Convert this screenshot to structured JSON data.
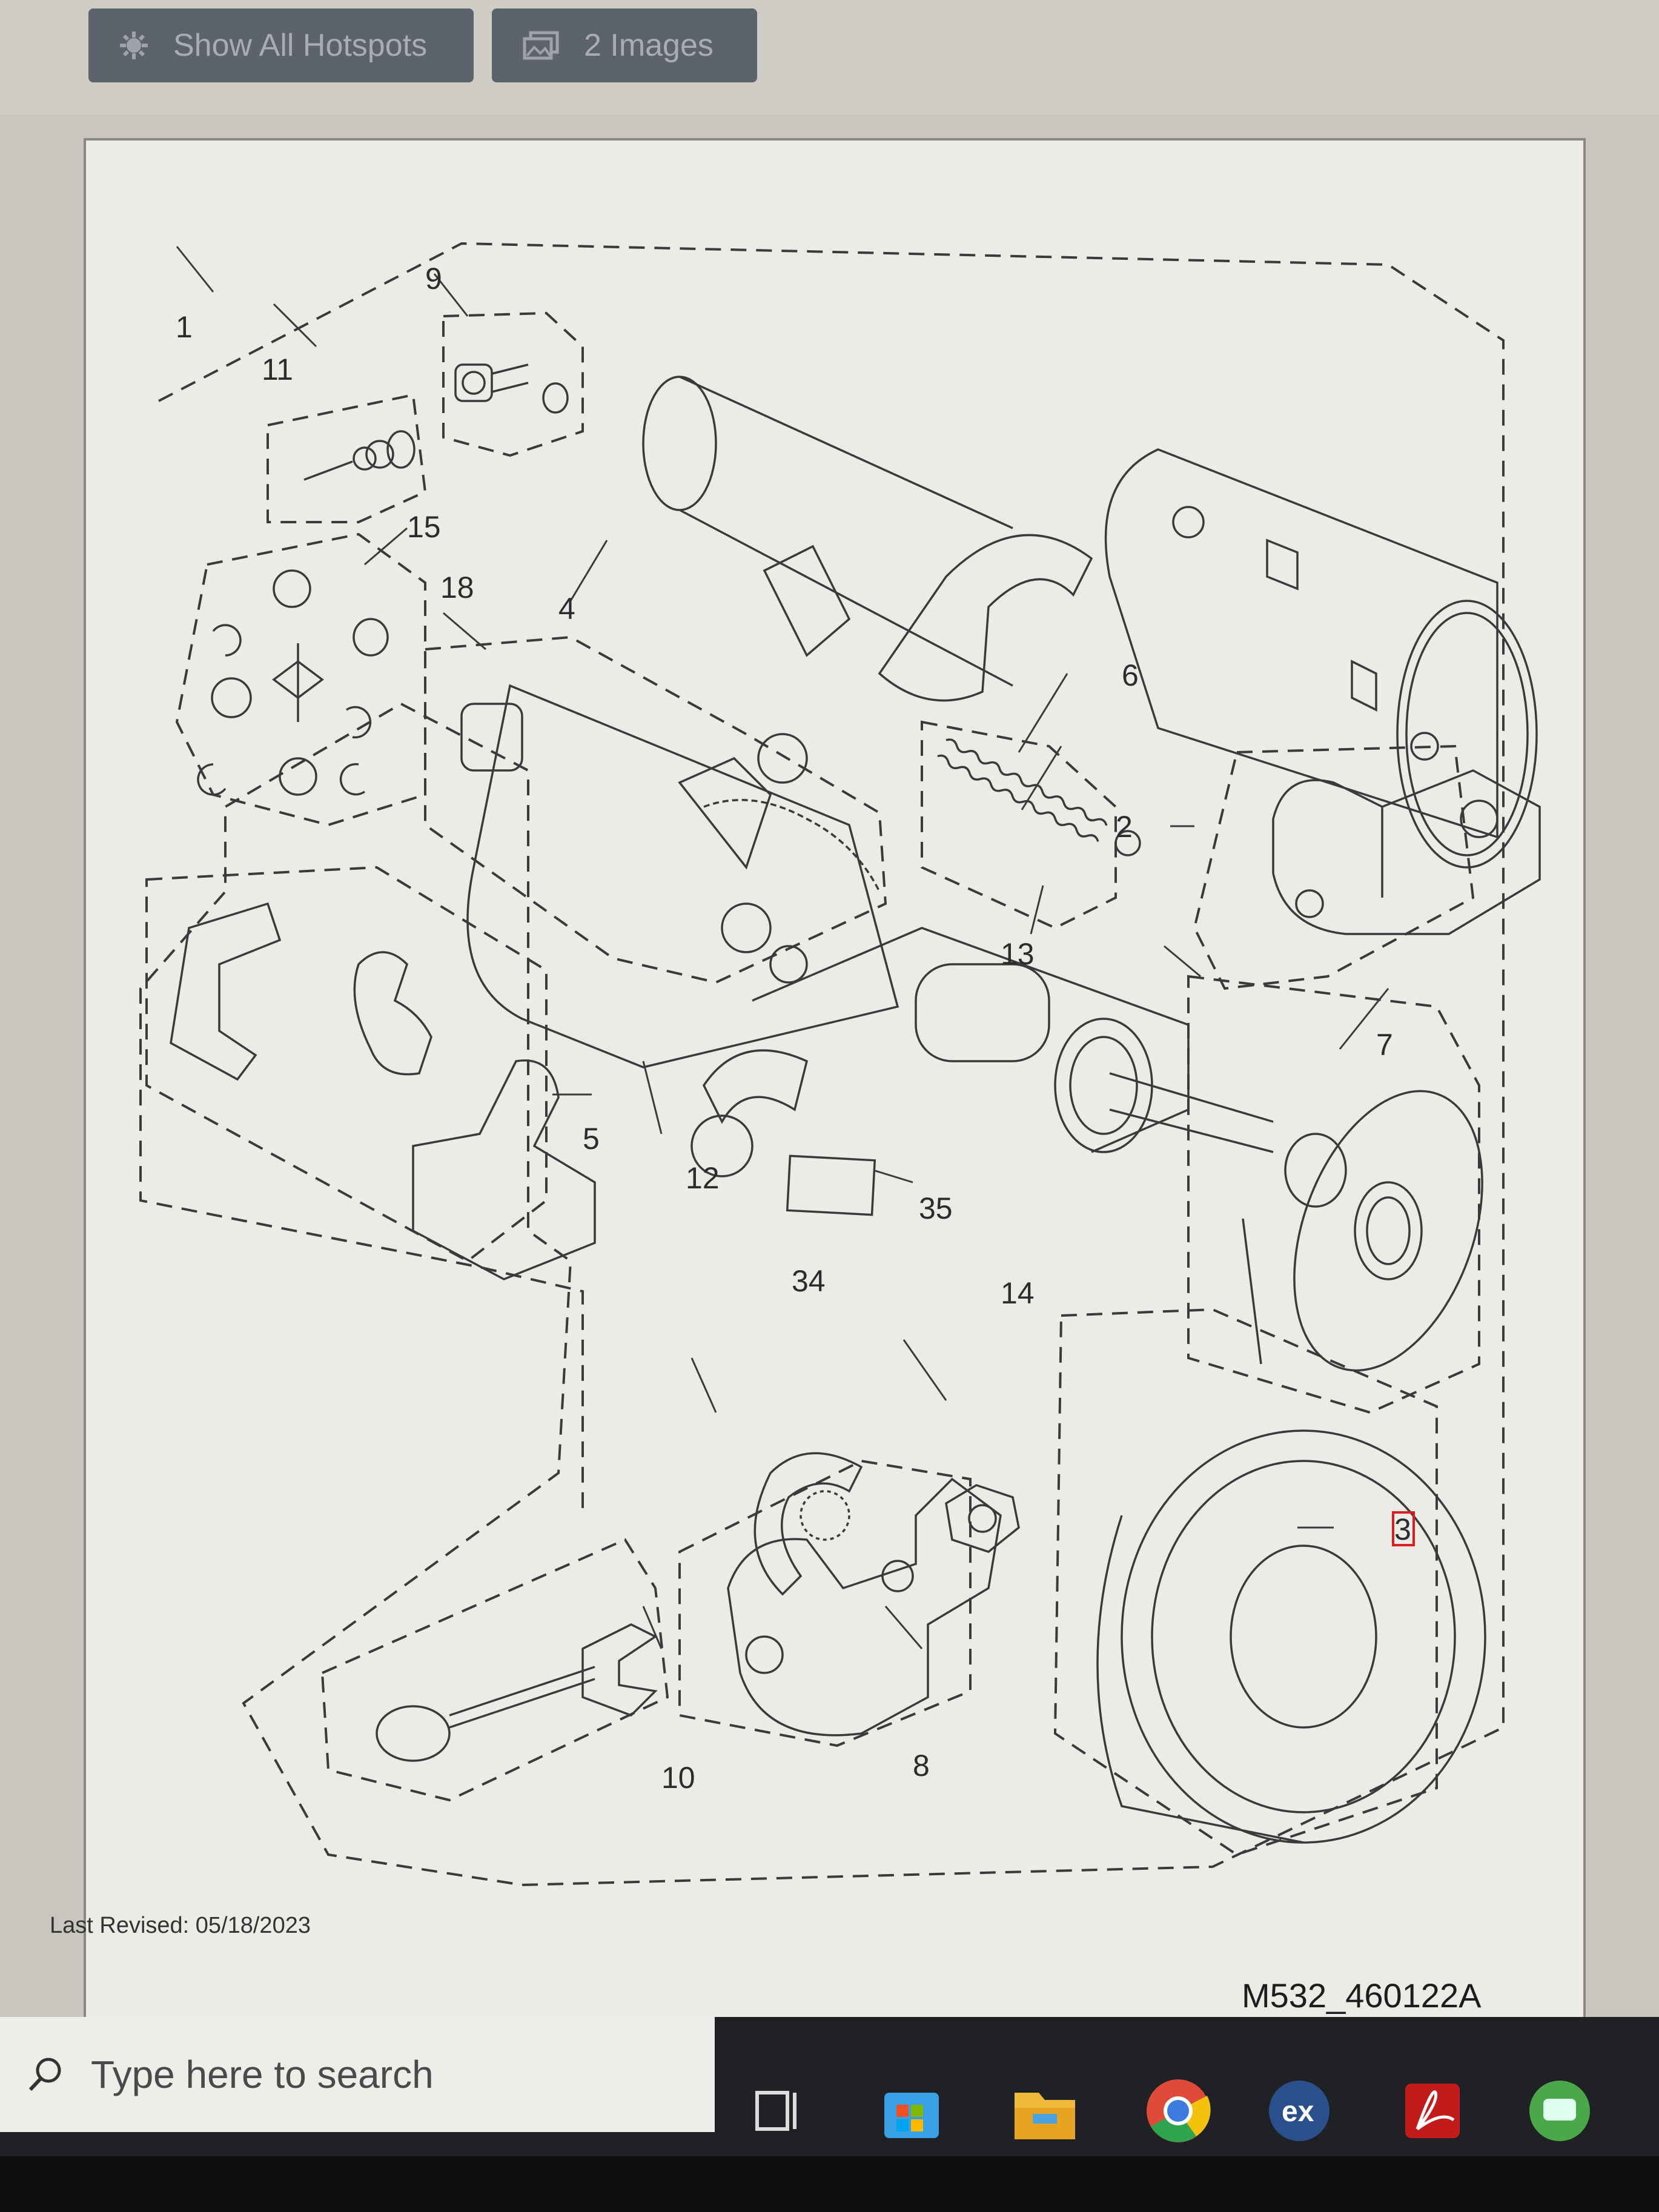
{
  "toolbar": {
    "hotspots_label": "Show All Hotspots",
    "images_label": "2 Images"
  },
  "diagram": {
    "callouts": {
      "c1": "1",
      "c2": "2",
      "c3": "3",
      "c4": "4",
      "c5": "5",
      "c6": "6",
      "c7": "7",
      "c8": "8",
      "c9": "9",
      "c10": "10",
      "c11": "11",
      "c12": "12",
      "c13": "13",
      "c14": "14",
      "c15": "15",
      "c18": "18",
      "c34": "34",
      "c35": "35"
    },
    "last_revised": "Last Revised: 05/18/2023",
    "figure_id": "M532_460122A"
  },
  "taskbar": {
    "search_placeholder": "Type here to search",
    "apps": [
      "task-view-icon",
      "store-icon",
      "file-explorer-icon",
      "chrome-icon",
      "app-ek-icon",
      "acrobat-icon",
      "chat-icon"
    ]
  },
  "colors": {
    "toolbar_button": "#5d636c",
    "highlight": "#d62020",
    "taskbar": "#202124"
  }
}
